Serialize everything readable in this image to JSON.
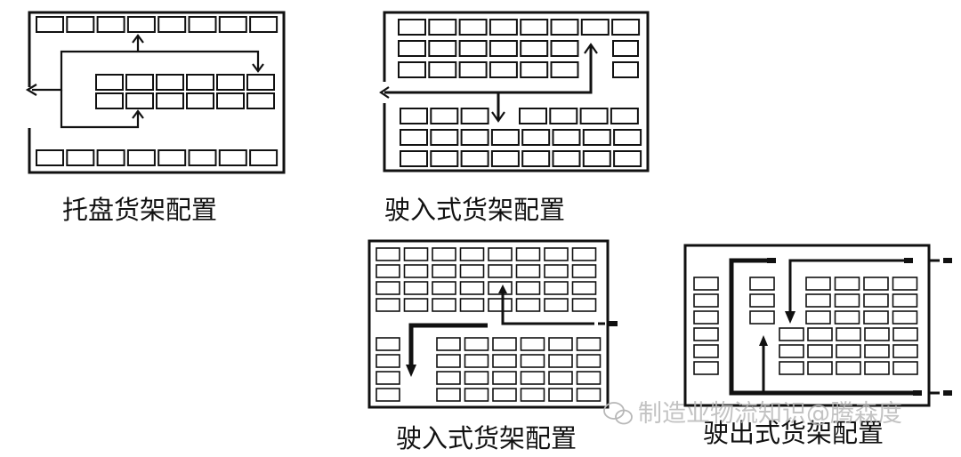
{
  "diagrams": [
    {
      "id": "pallet",
      "caption": "托盘货架配置"
    },
    {
      "id": "drive-in-1",
      "caption": "驶入式货架配置"
    },
    {
      "id": "drive-in-2",
      "caption": "驶入式货架配置"
    },
    {
      "id": "drive-through",
      "caption": "驶出式货架配置"
    }
  ],
  "watermark": {
    "text": "制造业物流知识@腾森度",
    "icon": "wechat-icon"
  }
}
